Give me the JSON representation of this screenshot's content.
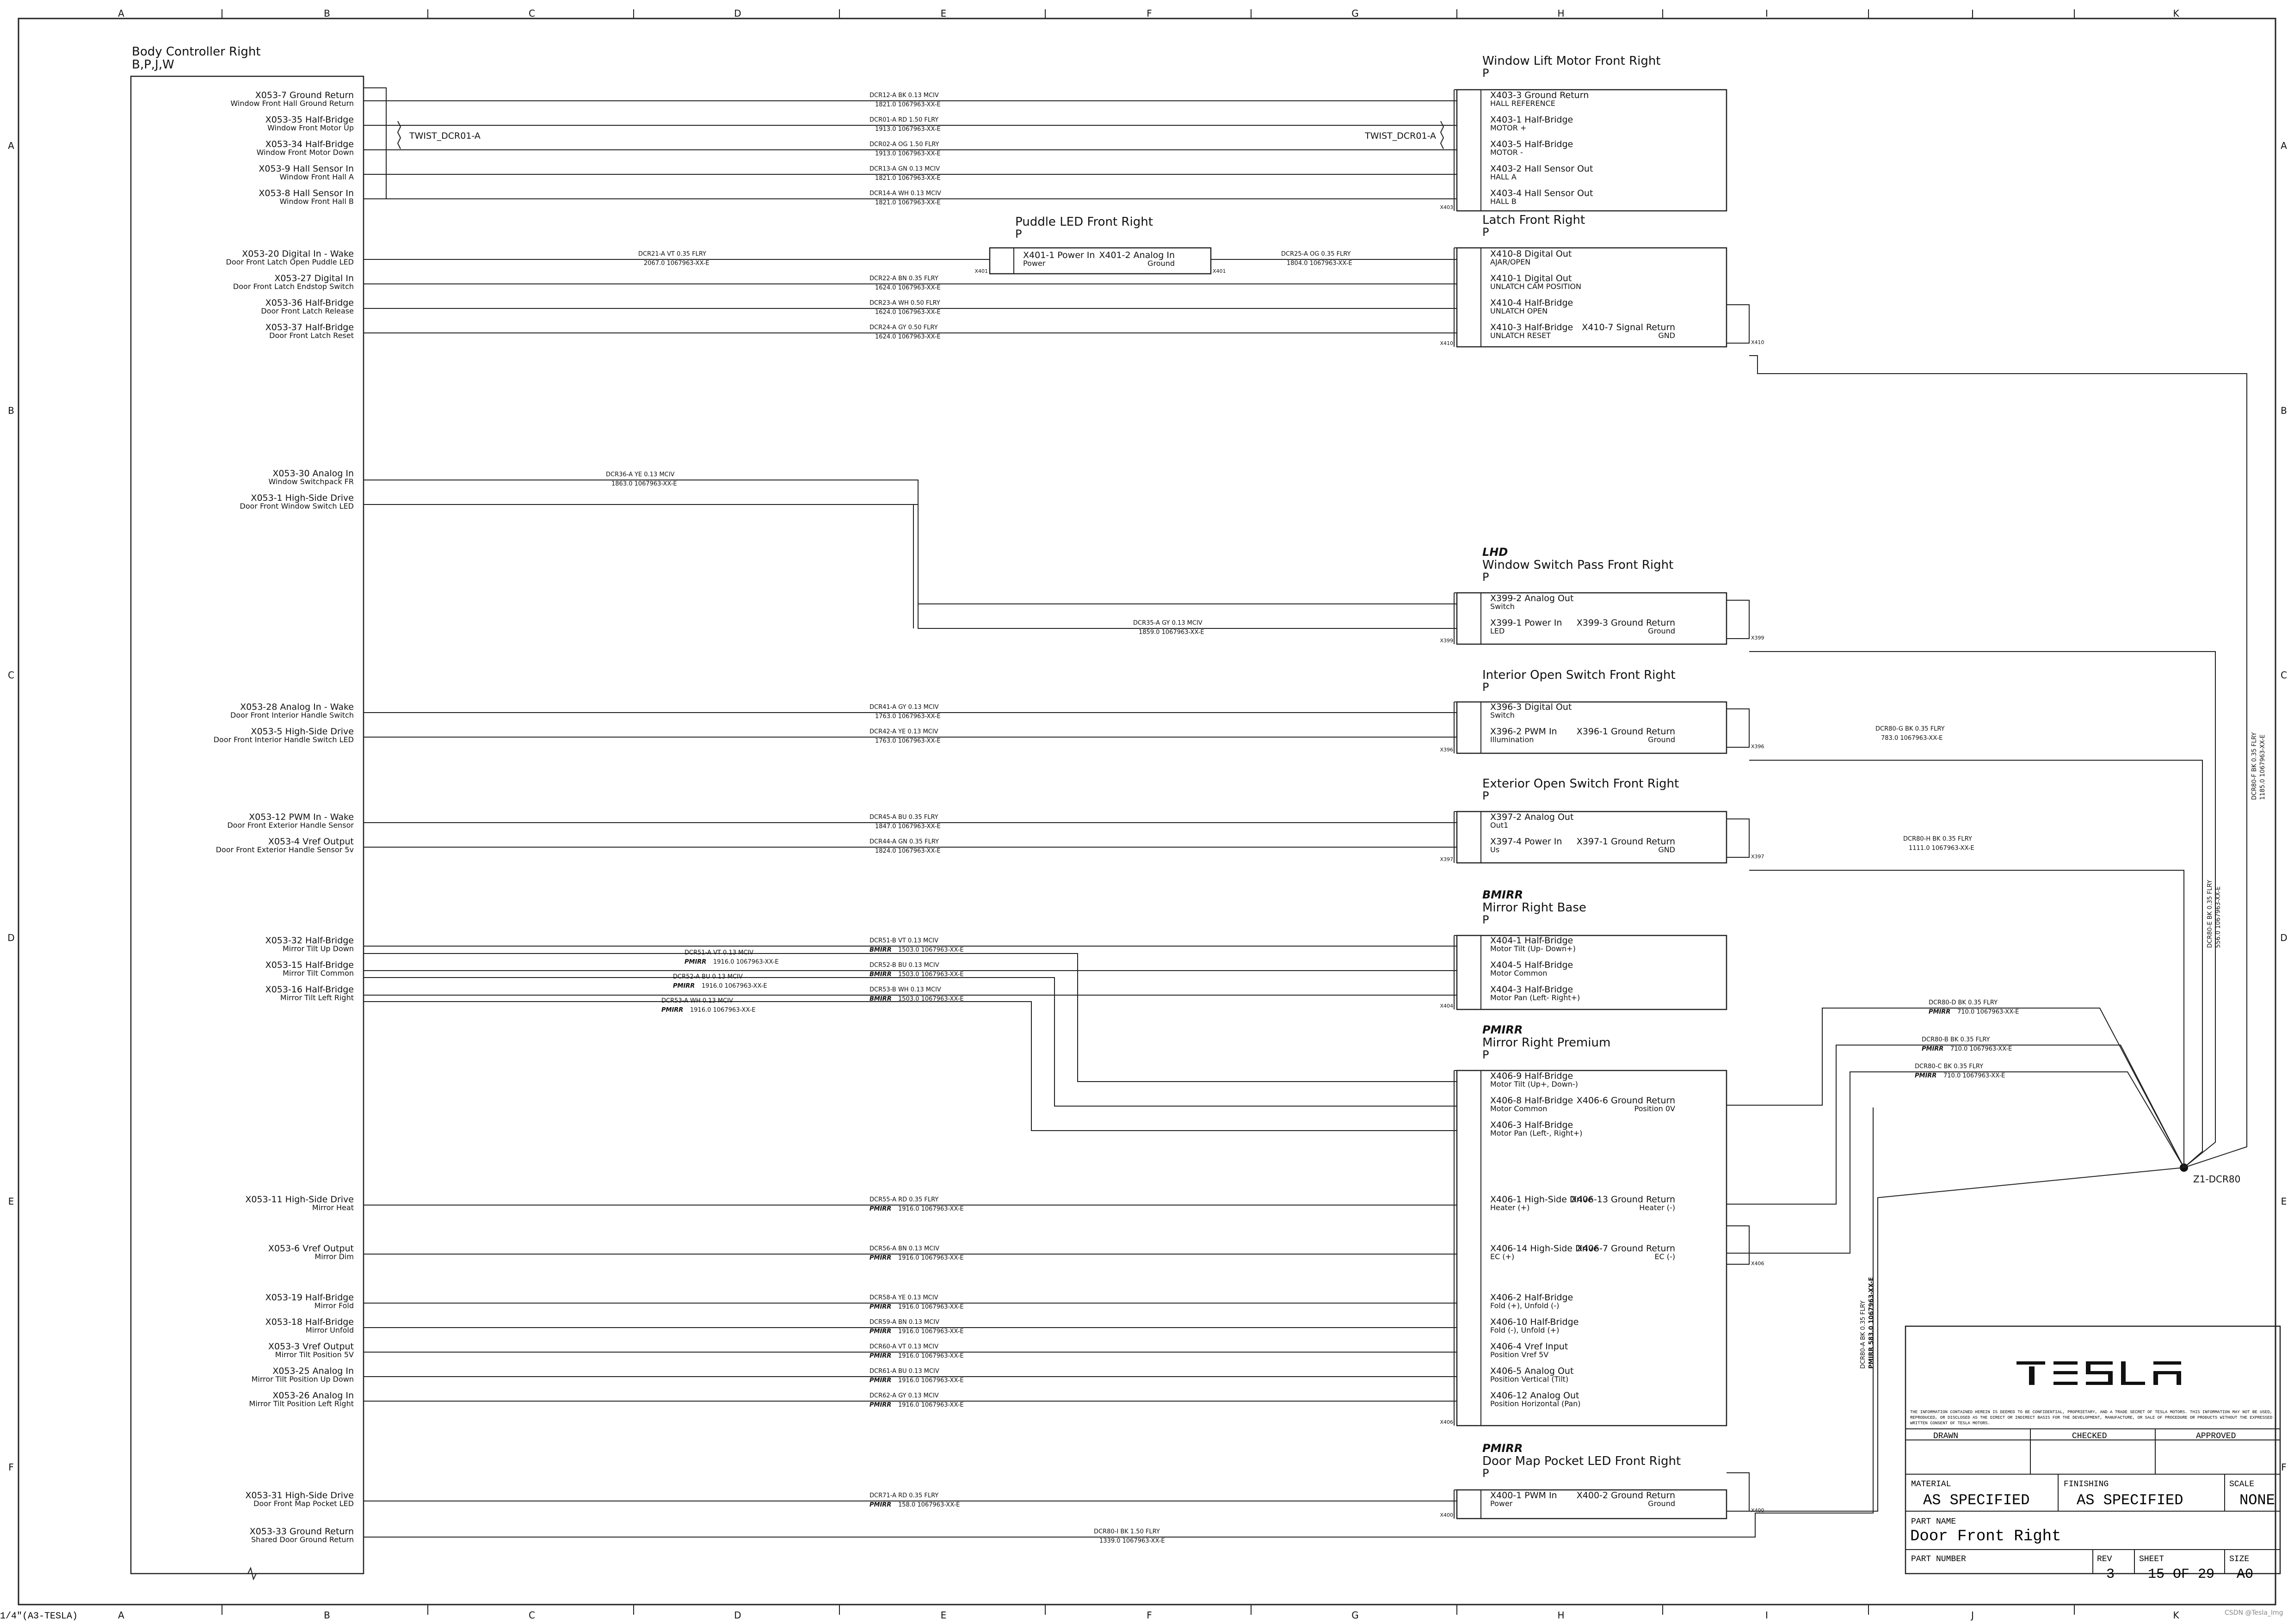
{
  "grid": {
    "columns": [
      "A",
      "B",
      "C",
      "D",
      "E",
      "F",
      "G",
      "H",
      "I",
      "J",
      "K"
    ],
    "rows": [
      "A",
      "B",
      "C",
      "D",
      "E",
      "F"
    ]
  },
  "controller": {
    "title": "Body Controller Right",
    "variant": "B,P,J,W",
    "connector_tag": "X053",
    "pins": [
      {
        "pin": "X053-7 Ground Return",
        "desc": "Window Front Hall Ground Return"
      },
      {
        "pin": "X053-35 Half-Bridge",
        "desc": "Window Front Motor Up"
      },
      {
        "pin": "X053-34 Half-Bridge",
        "desc": "Window Front Motor Down"
      },
      {
        "pin": "X053-9 Hall Sensor In",
        "desc": "Window Front Hall A"
      },
      {
        "pin": "X053-8 Hall Sensor In",
        "desc": "Window Front Hall B"
      },
      {
        "pin": "X053-20 Digital In - Wake",
        "desc": "Door Front Latch Open Puddle LED"
      },
      {
        "pin": "X053-27 Digital In",
        "desc": "Door Front Latch Endstop Switch"
      },
      {
        "pin": "X053-36 Half-Bridge",
        "desc": "Door Front Latch Release"
      },
      {
        "pin": "X053-37 Half-Bridge",
        "desc": "Door Front Latch Reset"
      },
      {
        "pin": "X053-30 Analog In",
        "desc": "Window Switchpack FR"
      },
      {
        "pin": "X053-1 High-Side Drive",
        "desc": "Door Front Window Switch LED"
      },
      {
        "pin": "X053-28 Analog In - Wake",
        "desc": "Door Front Interior Handle Switch"
      },
      {
        "pin": "X053-5 High-Side Drive",
        "desc": "Door Front Interior Handle Switch LED"
      },
      {
        "pin": "X053-12 PWM In - Wake",
        "desc": "Door Front Exterior Handle Sensor"
      },
      {
        "pin": "X053-4 Vref Output",
        "desc": "Door Front Exterior Handle Sensor 5v"
      },
      {
        "pin": "X053-32 Half-Bridge",
        "desc": "Mirror Tilt Up Down"
      },
      {
        "pin": "X053-15 Half-Bridge",
        "desc": "Mirror Tilt Common"
      },
      {
        "pin": "X053-16 Half-Bridge",
        "desc": "Mirror Tilt Left Right"
      },
      {
        "pin": "X053-11 High-Side Drive",
        "desc": "Mirror Heat"
      },
      {
        "pin": "X053-6 Vref Output",
        "desc": "Mirror Dim"
      },
      {
        "pin": "X053-19 Half-Bridge",
        "desc": "Mirror Fold"
      },
      {
        "pin": "X053-18 Half-Bridge",
        "desc": "Mirror Unfold"
      },
      {
        "pin": "X053-3 Vref Output",
        "desc": "Mirror Tilt Position 5V"
      },
      {
        "pin": "X053-25 Analog In",
        "desc": "Mirror Tilt Position Up Down"
      },
      {
        "pin": "X053-26 Analog In",
        "desc": "Mirror Tilt Position Left Right"
      },
      {
        "pin": "X053-31 High-Side Drive",
        "desc": "Door Front Map Pocket LED"
      },
      {
        "pin": "X053-33 Ground Return",
        "desc": "Shared Door Ground Return"
      }
    ]
  },
  "twist_label": "TWIST_DCR01-A",
  "components": [
    {
      "tag": "",
      "title": "Window Lift Motor Front Right",
      "variant": "P",
      "connector": "X403",
      "pins": [
        {
          "pin": "X403-3 Ground Return",
          "desc": "HALL REFERENCE"
        },
        {
          "pin": "X403-1 Half-Bridge",
          "desc": "MOTOR +"
        },
        {
          "pin": "X403-5 Half-Bridge",
          "desc": "MOTOR -"
        },
        {
          "pin": "X403-2 Hall Sensor Out",
          "desc": "HALL A"
        },
        {
          "pin": "X403-4 Hall Sensor Out",
          "desc": "HALL B"
        }
      ]
    },
    {
      "tag": "",
      "title": "Latch Front Right",
      "variant": "P",
      "connector": "X410",
      "pins": [
        {
          "pin": "X410-8 Digital Out",
          "desc": "AJAR/OPEN"
        },
        {
          "pin": "X410-1 Digital Out",
          "desc": "UNLATCH CAM POSITION"
        },
        {
          "pin": "X410-4 Half-Bridge",
          "desc": "UNLATCH OPEN"
        },
        {
          "pin": "X410-3 Half-Bridge",
          "desc": "UNLATCH RESET"
        }
      ],
      "right_pins": [
        {
          "pin": "X410-7 Signal Return",
          "desc": "GND"
        }
      ]
    },
    {
      "tag": "LHD",
      "title": "Window Switch Pass Front Right",
      "variant": "P",
      "connector": "X399",
      "pins": [
        {
          "pin": "X399-2 Analog Out",
          "desc": "Switch"
        },
        {
          "pin": "X399-1 Power In",
          "desc": "LED"
        }
      ],
      "right_pins": [
        {
          "pin": "X399-3 Ground Return",
          "desc": "Ground"
        }
      ]
    },
    {
      "tag": "",
      "title": "Interior Open Switch Front Right",
      "variant": "P",
      "connector": "X396",
      "pins": [
        {
          "pin": "X396-3 Digital Out",
          "desc": "Switch"
        },
        {
          "pin": "X396-2 PWM In",
          "desc": "Illumination"
        }
      ],
      "right_pins": [
        {
          "pin": "X396-1 Ground Return",
          "desc": "Ground"
        }
      ]
    },
    {
      "tag": "",
      "title": "Exterior Open Switch Front Right",
      "variant": "P",
      "connector": "X397",
      "pins": [
        {
          "pin": "X397-2 Analog Out",
          "desc": "Out1"
        },
        {
          "pin": "X397-4 Power In",
          "desc": "Us"
        }
      ],
      "right_pins": [
        {
          "pin": "X397-1 Ground Return",
          "desc": "GND"
        }
      ]
    },
    {
      "tag": "BMIRR",
      "title": "Mirror Right Base",
      "variant": "P",
      "connector": "X404",
      "pins": [
        {
          "pin": "X404-1 Half-Bridge",
          "desc": "Motor Tilt (Up- Down+)"
        },
        {
          "pin": "X404-5 Half-Bridge",
          "desc": "Motor Common"
        },
        {
          "pin": "X404-3 Half-Bridge",
          "desc": "Motor Pan (Left- Right+)"
        }
      ]
    },
    {
      "tag": "PMIRR",
      "title": "Mirror Right Premium",
      "variant": "P",
      "connector": "X406",
      "pins": [
        {
          "pin": "X406-9 Half-Bridge",
          "desc": "Motor Tilt (Up+, Down-)"
        },
        {
          "pin": "X406-8 Half-Bridge",
          "desc": "Motor Common"
        },
        {
          "pin": "X406-3 Half-Bridge",
          "desc": "Motor Pan (Left-, Right+)"
        },
        {
          "pin": "X406-1 High-Side Drive",
          "desc": "Heater (+)"
        },
        {
          "pin": "X406-14 High-Side Drive",
          "desc": "EC (+)"
        },
        {
          "pin": "X406-2 Half-Bridge",
          "desc": "Fold (+), Unfold (-)"
        },
        {
          "pin": "X406-10 Half-Bridge",
          "desc": "Fold (-), Unfold (+)"
        },
        {
          "pin": "X406-4 Vref Input",
          "desc": "Position Vref 5V"
        },
        {
          "pin": "X406-5 Analog Out",
          "desc": "Position Vertical (Tilt)"
        },
        {
          "pin": "X406-12 Analog Out",
          "desc": "Position Horizontal (Pan)"
        }
      ],
      "right_pins": [
        {
          "pin": "X406-6 Ground Return",
          "desc": "Position 0V"
        },
        {
          "pin": "X406-13 Ground Return",
          "desc": "Heater (-)"
        },
        {
          "pin": "X406-7 Ground Return",
          "desc": "EC (-)"
        }
      ]
    },
    {
      "tag": "PMIRR",
      "title": "Door Map Pocket LED Front Right",
      "variant": "P",
      "connector": "X400",
      "pins": [
        {
          "pin": "X400-1 PWM In",
          "desc": "Power"
        }
      ],
      "right_pins": [
        {
          "pin": "X400-2 Ground Return",
          "desc": "Ground"
        }
      ]
    }
  ],
  "puddle": {
    "title": "Puddle LED Front Right",
    "variant": "P",
    "connector": "X401",
    "left_pin": {
      "pin": "X401-1 Power In",
      "desc": "Power"
    },
    "right_pin": {
      "pin": "X401-2 Analog In",
      "desc": "Ground"
    }
  },
  "wires": [
    {
      "label": "DCR12-A    BK    0.13    MCIV",
      "sub": "1821.0      1067963-XX-E"
    },
    {
      "label": "DCR01-A    RD    1.50    FLRY",
      "sub": "1913.0      1067963-XX-E"
    },
    {
      "label": "DCR02-A    OG    1.50    FLRY",
      "sub": "1913.0      1067963-XX-E"
    },
    {
      "label": "DCR13-A    GN    0.13    MCIV",
      "sub": "1821.0      1067963-XX-E"
    },
    {
      "label": "DCR14-A    WH    0.13    MCIV",
      "sub": "1821.0      1067963-XX-E"
    },
    {
      "label": "DCR21-A    VT    0.35    FLRY",
      "sub": "2067.0      1067963-XX-E"
    },
    {
      "label": "DCR25-A    OG    0.35    FLRY",
      "sub": "1804.0      1067963-XX-E"
    },
    {
      "label": "DCR22-A    BN    0.35    FLRY",
      "sub": "1624.0      1067963-XX-E"
    },
    {
      "label": "DCR23-A    WH    0.50    FLRY",
      "sub": "1624.0      1067963-XX-E"
    },
    {
      "label": "DCR24-A    GY    0.50    FLRY",
      "sub": "1624.0      1067963-XX-E"
    },
    {
      "label": "DCR36-A    YE    0.13    MCIV",
      "sub": "1863.0      1067963-XX-E"
    },
    {
      "label": "DCR35-A    GY    0.13    MCIV",
      "sub": "1859.0      1067963-XX-E"
    },
    {
      "label": "DCR41-A    GY    0.13    MCIV",
      "sub": "1763.0      1067963-XX-E"
    },
    {
      "label": "DCR42-A    YE    0.13    MCIV",
      "sub": "1763.0      1067963-XX-E"
    },
    {
      "label": "DCR80-G    BK    0.35    FLRY",
      "sub": "783.0      1067963-XX-E"
    },
    {
      "label": "DCR45-A    BU    0.35    FLRY",
      "sub": "1847.0      1067963-XX-E"
    },
    {
      "label": "DCR44-A    GN    0.35    FLRY",
      "sub": "1824.0      1067963-XX-E"
    },
    {
      "label": "DCR80-H    BK    0.35    FLRY",
      "sub": "1111.0      1067963-XX-E"
    },
    {
      "label": "DCR51-B    VT    0.13    MCIV",
      "sub": "1503.0      1067963-XX-E",
      "tag": "BMIRR"
    },
    {
      "label": "DCR52-B    BU    0.13    MCIV",
      "sub": "1503.0      1067963-XX-E",
      "tag": "BMIRR"
    },
    {
      "label": "DCR53-B    WH    0.13    MCIV",
      "sub": "1503.0      1067963-XX-E",
      "tag": "BMIRR"
    },
    {
      "label": "DCR51-A    VT    0.13    MCIV",
      "sub": "1916.0      1067963-XX-E",
      "tag": "PMIRR"
    },
    {
      "label": "DCR52-A    BU    0.13    MCIV",
      "sub": "1916.0      1067963-XX-E",
      "tag": "PMIRR"
    },
    {
      "label": "DCR53-A    WH    0.13    MCIV",
      "sub": "1916.0      1067963-XX-E",
      "tag": "PMIRR"
    },
    {
      "label": "DCR80-D    BK    0.35    FLRY",
      "sub": "710.0      1067963-XX-E",
      "tag": "PMIRR"
    },
    {
      "label": "DCR80-B    BK    0.35    FLRY",
      "sub": "710.0      1067963-XX-E",
      "tag": "PMIRR"
    },
    {
      "label": "DCR80-C    BK    0.35    FLRY",
      "sub": "710.0      1067963-XX-E",
      "tag": "PMIRR"
    },
    {
      "label": "DCR55-A    RD    0.35    FLRY",
      "sub": "1916.0      1067963-XX-E",
      "tag": "PMIRR"
    },
    {
      "label": "DCR56-A    BN    0.13    MCIV",
      "sub": "1916.0      1067963-XX-E",
      "tag": "PMIRR"
    },
    {
      "label": "DCR58-A    YE    0.13    MCIV",
      "sub": "1916.0      1067963-XX-E",
      "tag": "PMIRR"
    },
    {
      "label": "DCR59-A    BN    0.13    MCIV",
      "sub": "1916.0      1067963-XX-E",
      "tag": "PMIRR"
    },
    {
      "label": "DCR60-A    VT    0.13    MCIV",
      "sub": "1916.0      1067963-XX-E",
      "tag": "PMIRR"
    },
    {
      "label": "DCR61-A    BU    0.13    MCIV",
      "sub": "1916.0      1067963-XX-E",
      "tag": "PMIRR"
    },
    {
      "label": "DCR62-A    GY    0.13    MCIV",
      "sub": "1916.0      1067963-XX-E",
      "tag": "PMIRR"
    },
    {
      "label": "DCR71-A    RD    0.35    FLRY",
      "sub": "158.0      1067963-XX-E",
      "tag": "PMIRR"
    },
    {
      "label": "DCR80-I    BK    1.50    FLRY",
      "sub": "1339.0      1067963-XX-E"
    }
  ],
  "vertical_wires": [
    {
      "label": "DCR80-F    BK    0.35    FLRY",
      "sub": "1185.0    1067963-XX-E"
    },
    {
      "label": "DCR80-E    BK    0.35    FLRY",
      "sub": "556.0    1067963-XX-E"
    },
    {
      "label": "DCR80-A    BK    0.35    FLRY",
      "sub": "583.0    1067963-XX-E",
      "tag": "PMIRR"
    }
  ],
  "splice": "Z1-DCR80",
  "title_block": {
    "brand": "TESLA",
    "notice": "THE INFORMATION CONTAINED HEREIN IS DEEMED TO BE CONFIDENTIAL, PROPRIETARY, AND A TRADE SECRET OF TESLA MOTORS. THIS INFORMATION MAY NOT BE USED, REPRODUCED, OR DISCLOSED AS THE DIRECT OR INDIRECT BASIS FOR THE DEVELOPMENT, MANUFACTURE, OR SALE OF PROCEDURE OR PRODUCTS WITHOUT THE EXPRESSED WRITTEN CONSENT OF TESLA MOTORS.",
    "drawn": "DRAWN",
    "checked": "CHECKED",
    "approved": "APPROVED",
    "material_label": "MATERIAL",
    "material": "AS SPECIFIED",
    "finishing_label": "FINISHING",
    "finishing": "AS SPECIFIED",
    "scale_label": "SCALE",
    "scale": "NONE",
    "part_name_label": "PART NAME",
    "part_name": "Door Front Right",
    "part_number_label": "PART NUMBER",
    "rev_label": "REV",
    "rev": "3",
    "sheet_label": "SHEET",
    "sheet": "15 OF 29",
    "size_label": "SIZE",
    "size": "A0"
  },
  "footer_left": "1/4\"(A3-TESLA)",
  "watermark": "CSDN @Tesla_Img"
}
